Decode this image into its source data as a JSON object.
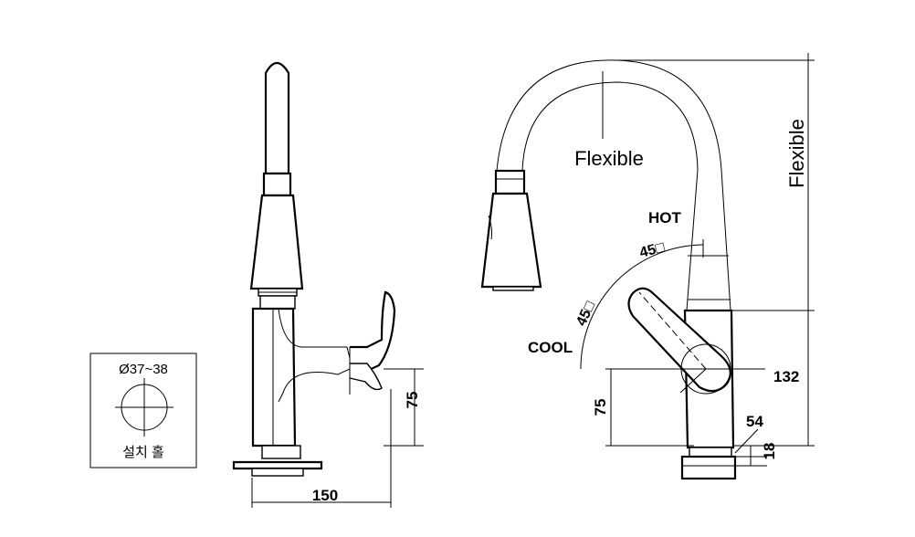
{
  "hole_box": {
    "diameter_label": "Ø37~38",
    "caption": "설치 홀"
  },
  "side_view": {
    "height_label": "75",
    "width_label": "150"
  },
  "front_view": {
    "arc_label": "Flexible",
    "vertical_label": "Flexible",
    "hot_label": "HOT",
    "cool_label": "COOL",
    "angle_hot": "45□",
    "angle_cool": "45□",
    "dim_132": "132",
    "dim_75": "75",
    "dim_54": "54",
    "dim_18": "18"
  }
}
